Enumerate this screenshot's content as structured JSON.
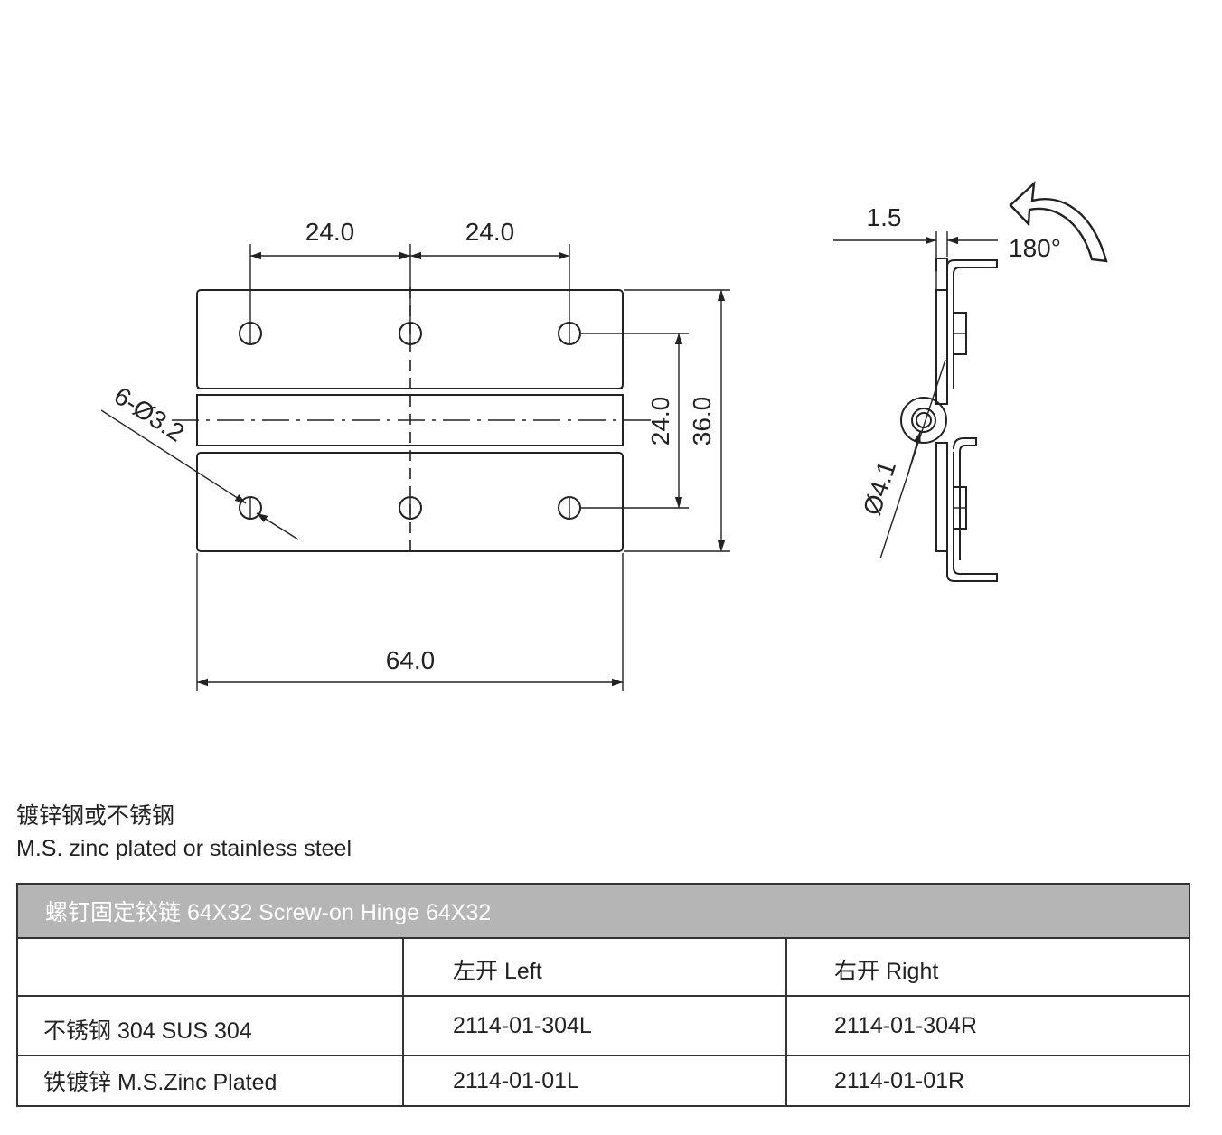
{
  "drawing": {
    "front_view": {
      "dims": {
        "top_left": "24.0",
        "top_right": "24.0",
        "overall_width": "64.0",
        "hole_spacing": "24.0",
        "overall_height": "36.0",
        "holes": "6-Ø3.2"
      }
    },
    "side_view": {
      "dims": {
        "thickness": "1.5",
        "rotation": "180°",
        "pin_diameter": "Ø4.1"
      }
    }
  },
  "material": {
    "cn": "镀锌钢或不锈钢",
    "en": "M.S. zinc plated or stainless steel"
  },
  "spec_table": {
    "title": "螺钉固定铰链 64X32  Screw-on Hinge 64X32",
    "columns": [
      "",
      "左开 Left",
      "右开 Right"
    ],
    "rows": [
      [
        "不锈钢 304 SUS 304",
        "2114-01-304L",
        "2114-01-304R"
      ],
      [
        "铁镀锌 M.S.Zinc Plated",
        "2114-01-01L",
        "2114-01-01R"
      ]
    ]
  }
}
